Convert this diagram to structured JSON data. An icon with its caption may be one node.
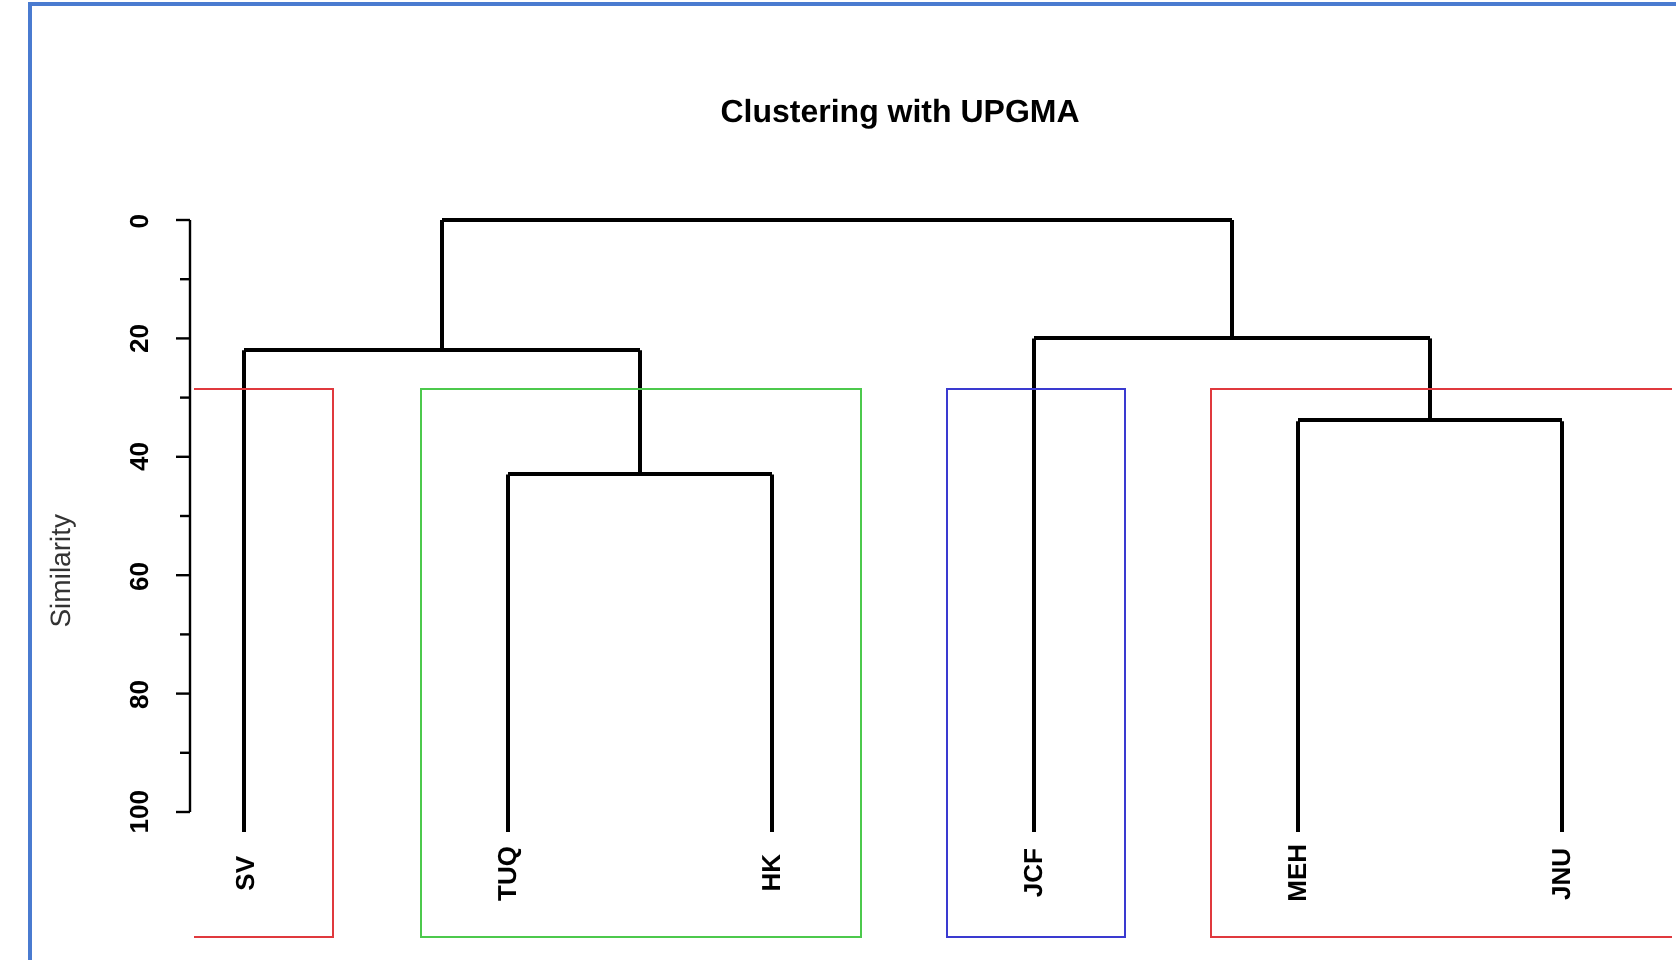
{
  "diagram": {
    "title": "Clustering with UPGMA",
    "nodes": [
      {
        "text": [],
        "shape": "box"
      },
      {
        "text": [
          "SV"
        ],
        "in": 0
      },
      {
        "text": [],
        "shape": "box"
      },
      {
        "text": [
          "TUQ"
        ],
        "in": 2
      },
      {
        "text": [
          "HK"
        ],
        "in": 2
      },
      {
        "text": [],
        "shape": "box"
      },
      {
        "text": [
          "JCF"
        ],
        "in": 5
      },
      {
        "text": [],
        "shape": "box"
      },
      {
        "text": [
          "MEH"
        ],
        "in": 7
      },
      {
        "text": [
          "JNU"
        ],
        "in": 7
      },
      {
        "text": [],
        "shape": "bar",
        "in": 2
      },
      {
        "text": [],
        "shape": "bar"
      },
      {
        "text": [],
        "shape": "bar",
        "in": 7
      },
      {
        "text": [],
        "shape": "bar"
      },
      {
        "text": [],
        "shape": "bar"
      }
    ],
    "edges": [
      {
        "from": 10,
        "to": 3,
        "arrow": "none"
      },
      {
        "from": 10,
        "to": 4,
        "arrow": "none"
      },
      {
        "from": 11,
        "to": 1,
        "arrow": "none"
      },
      {
        "from": 11,
        "to": 10,
        "arrow": "none"
      },
      {
        "from": 12,
        "to": 8,
        "arrow": "none"
      },
      {
        "from": 12,
        "to": 9,
        "arrow": "none"
      },
      {
        "from": 13,
        "to": 6,
        "arrow": "none"
      },
      {
        "from": 13,
        "to": 12,
        "arrow": "none"
      },
      {
        "from": 14,
        "to": 11,
        "arrow": "none"
      },
      {
        "from": 14,
        "to": 13,
        "arrow": "none"
      }
    ],
    "labels": [
      "0",
      "20",
      "40",
      "60",
      "80",
      "100",
      "Similarity"
    ]
  }
}
